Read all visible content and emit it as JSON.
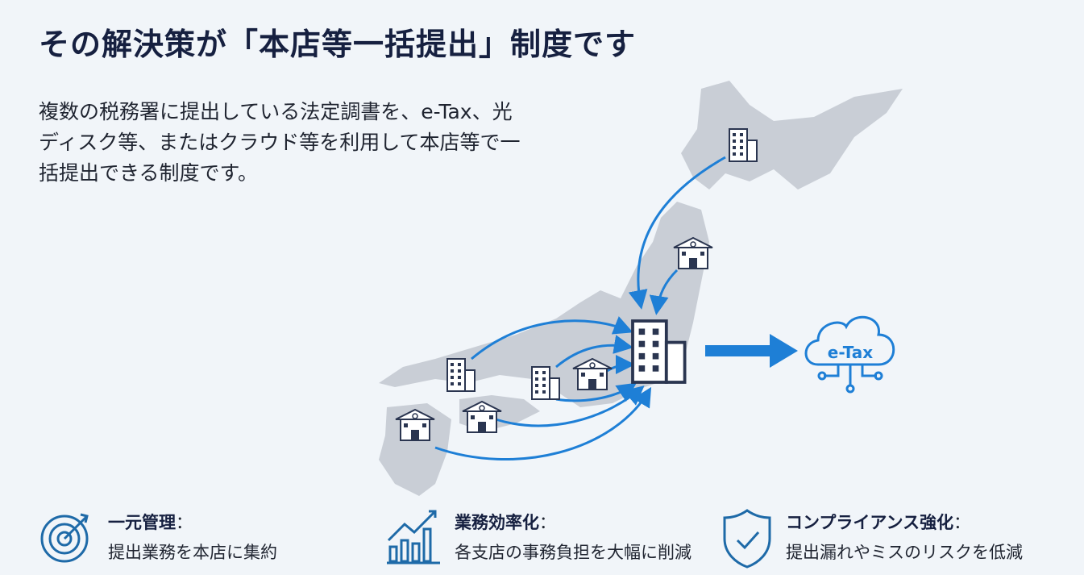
{
  "title": "その解決策が「本店等一括提出」制度です",
  "description": "複数の税務署に提出している法定調書を、e-Tax、光ディスク等、またはクラウド等を利用して本店等で一括提出できる制度です。",
  "diagram": {
    "destination_label": "e-Tax"
  },
  "features": [
    {
      "icon": "target-icon",
      "heading": "一元管理",
      "sep": "：",
      "text": "提出業務を本店に集約"
    },
    {
      "icon": "growth-chart-icon",
      "heading": "業務効率化",
      "sep": "：",
      "text": "各支店の事務負担を大幅に削減"
    },
    {
      "icon": "shield-check-icon",
      "heading": "コンプライアンス強化",
      "sep": "：",
      "text": "提出漏れやミスのリスクを低減"
    }
  ],
  "colors": {
    "accent": "#1e7fd6",
    "navy": "#162040",
    "map": "#c9ced6"
  }
}
